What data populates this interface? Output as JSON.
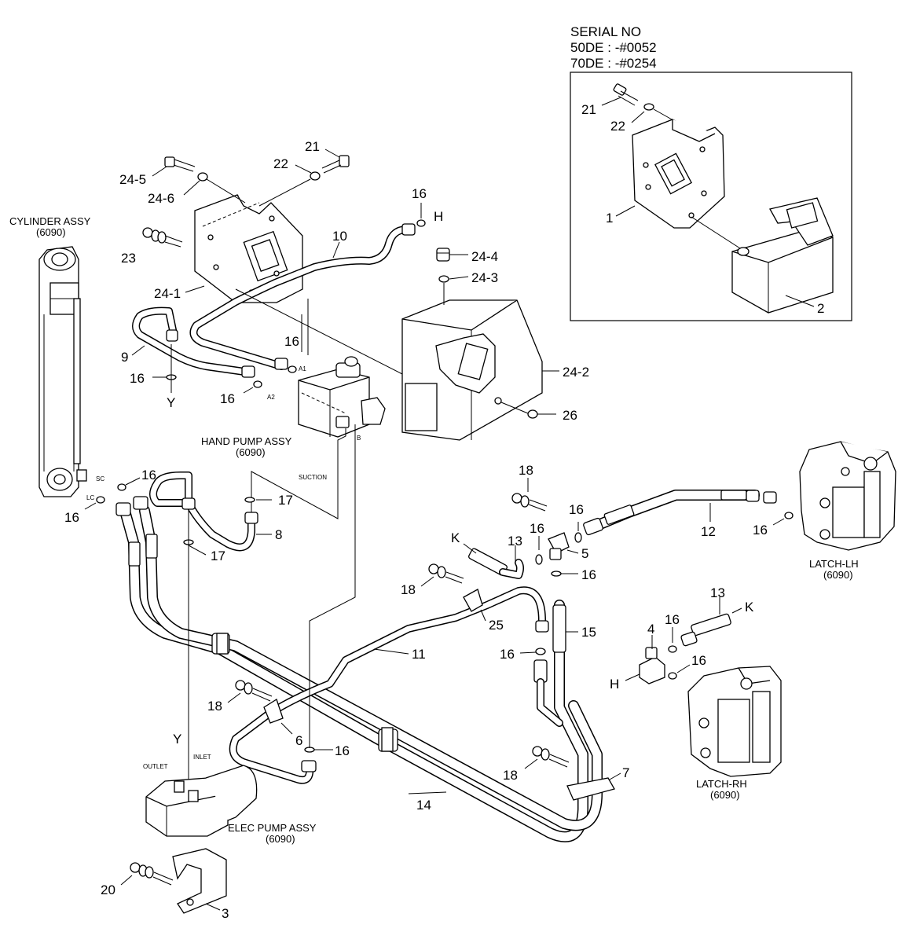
{
  "serial_block": {
    "title": "SERIAL NO",
    "line1": "50DE : -#0052",
    "line2": "70DE : -#0254"
  },
  "assemblies": {
    "cylinder": {
      "name": "CYLINDER ASSY",
      "code": "(6090)"
    },
    "hand_pump": {
      "name": "HAND PUMP ASSY",
      "code": "(6090)"
    },
    "elec_pump": {
      "name": "ELEC PUMP ASSY",
      "code": "(6090)"
    },
    "latch_lh": {
      "name": "LATCH-LH",
      "code": "(6090)"
    },
    "latch_rh": {
      "name": "LATCH-RH",
      "code": "(6090)"
    }
  },
  "port_labels": {
    "a1": "A1",
    "a2": "A2",
    "b": "B",
    "sc": "SC",
    "lc": "LC",
    "suction": "SUCTION",
    "outlet": "OUTLET",
    "inlet": "INLET"
  },
  "callouts": [
    {
      "id": "inset-21",
      "text": "21"
    },
    {
      "id": "inset-22",
      "text": "22"
    },
    {
      "id": "inset-1",
      "text": "1"
    },
    {
      "id": "inset-2",
      "text": "2"
    },
    {
      "id": "p21",
      "text": "21"
    },
    {
      "id": "p22",
      "text": "22"
    },
    {
      "id": "p24-5",
      "text": "24-5"
    },
    {
      "id": "p24-6",
      "text": "24-6"
    },
    {
      "id": "p23",
      "text": "23"
    },
    {
      "id": "p24-1",
      "text": "24-1"
    },
    {
      "id": "p10",
      "text": "10"
    },
    {
      "id": "p16-h-top",
      "text": "16"
    },
    {
      "id": "h-top",
      "text": "H"
    },
    {
      "id": "p24-4",
      "text": "24-4"
    },
    {
      "id": "p24-3",
      "text": "24-3"
    },
    {
      "id": "p24-2",
      "text": "24-2"
    },
    {
      "id": "p26",
      "text": "26"
    },
    {
      "id": "p9",
      "text": "9"
    },
    {
      "id": "p16-a",
      "text": "16"
    },
    {
      "id": "y-top",
      "text": "Y"
    },
    {
      "id": "p16-a1",
      "text": "16"
    },
    {
      "id": "p16-a2",
      "text": "16"
    },
    {
      "id": "p16-sc",
      "text": "16"
    },
    {
      "id": "p16-lc",
      "text": "16"
    },
    {
      "id": "p17-a",
      "text": "17"
    },
    {
      "id": "p8",
      "text": "8"
    },
    {
      "id": "p17-b",
      "text": "17"
    },
    {
      "id": "p18-a",
      "text": "18"
    },
    {
      "id": "p16-b",
      "text": "16"
    },
    {
      "id": "p16-c",
      "text": "16"
    },
    {
      "id": "p5",
      "text": "5"
    },
    {
      "id": "p16-d",
      "text": "16"
    },
    {
      "id": "k-top",
      "text": "K"
    },
    {
      "id": "p13-a",
      "text": "13"
    },
    {
      "id": "p12",
      "text": "12"
    },
    {
      "id": "p16-e",
      "text": "16"
    },
    {
      "id": "p18-b",
      "text": "18"
    },
    {
      "id": "p25",
      "text": "25"
    },
    {
      "id": "p11",
      "text": "11"
    },
    {
      "id": "p16-f",
      "text": "16"
    },
    {
      "id": "p15",
      "text": "15"
    },
    {
      "id": "p13-b",
      "text": "13"
    },
    {
      "id": "k-right",
      "text": "K"
    },
    {
      "id": "p4",
      "text": "4"
    },
    {
      "id": "p16-g",
      "text": "16"
    },
    {
      "id": "p16-h",
      "text": "16"
    },
    {
      "id": "h-right",
      "text": "H"
    },
    {
      "id": "p18-c",
      "text": "18"
    },
    {
      "id": "p6",
      "text": "6"
    },
    {
      "id": "p16-i",
      "text": "16"
    },
    {
      "id": "y-bottom",
      "text": "Y"
    },
    {
      "id": "p18-d",
      "text": "18"
    },
    {
      "id": "p7",
      "text": "7"
    },
    {
      "id": "p14",
      "text": "14"
    },
    {
      "id": "p20",
      "text": "20"
    },
    {
      "id": "p3",
      "text": "3"
    }
  ]
}
